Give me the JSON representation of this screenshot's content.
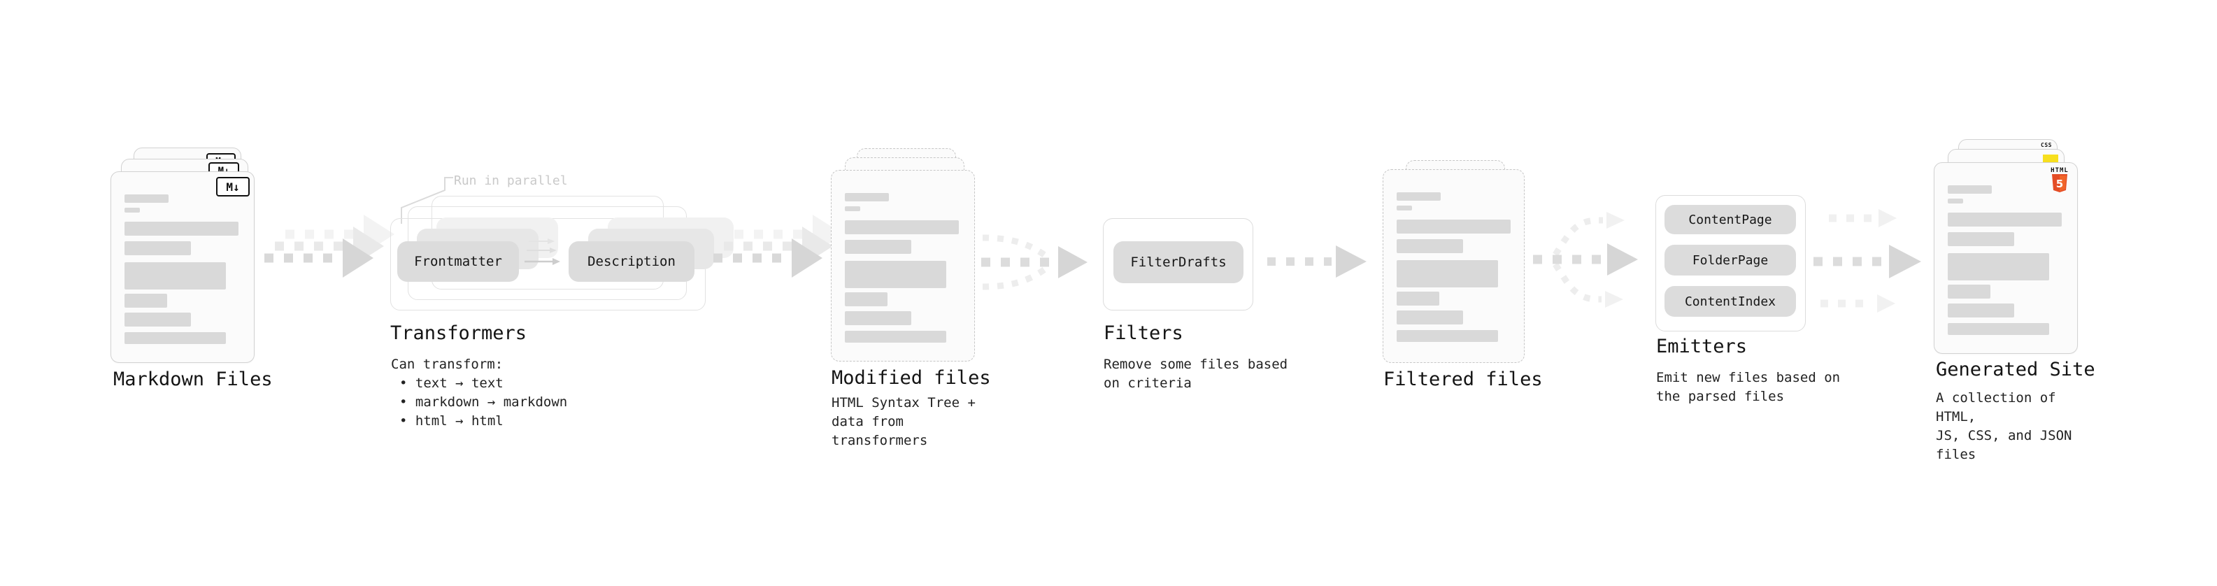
{
  "stages": {
    "markdown_files": {
      "label": "Markdown Files",
      "badge": "M↓"
    },
    "transformers": {
      "label": "Transformers",
      "callout": "Run in parallel",
      "pills": {
        "left": "Frontmatter",
        "right": "Description"
      },
      "note_title": "Can transform:",
      "bullets": [
        "• text → text",
        "• markdown → markdown",
        "• html → html"
      ]
    },
    "modified_files": {
      "label": "Modified files",
      "note": "HTML Syntax Tree +\ndata from transformers"
    },
    "filters": {
      "label": "Filters",
      "pill": "FilterDrafts",
      "note": "Remove some files based\non criteria"
    },
    "filtered_files": {
      "label": "Filtered files"
    },
    "emitters": {
      "label": "Emitters",
      "pills": [
        "ContentPage",
        "FolderPage",
        "ContentIndex"
      ],
      "note": "Emit new files based on\nthe parsed files"
    },
    "generated_site": {
      "label": "Generated Site",
      "note": "A collection of HTML,\nJS, CSS, and JSON files",
      "badges": {
        "html_label": "HTML",
        "html_number": "5",
        "css_label": "CSS"
      }
    }
  },
  "colors": {
    "card_border": "#d2d2d2",
    "card_fill": "#fbfbfb",
    "placeholder_bar": "#d9d9d9",
    "pill_fill": "#dcdcdc",
    "arrow": "#d8d8d8",
    "arrow_light": "#ededed",
    "text": "#1a1a1a",
    "callout_text": "#c9c9c9",
    "html5_orange": "#e44d26",
    "html5_orange_light": "#f16529",
    "js_yellow": "#f7df1e",
    "css_blue": "#2965f1"
  }
}
